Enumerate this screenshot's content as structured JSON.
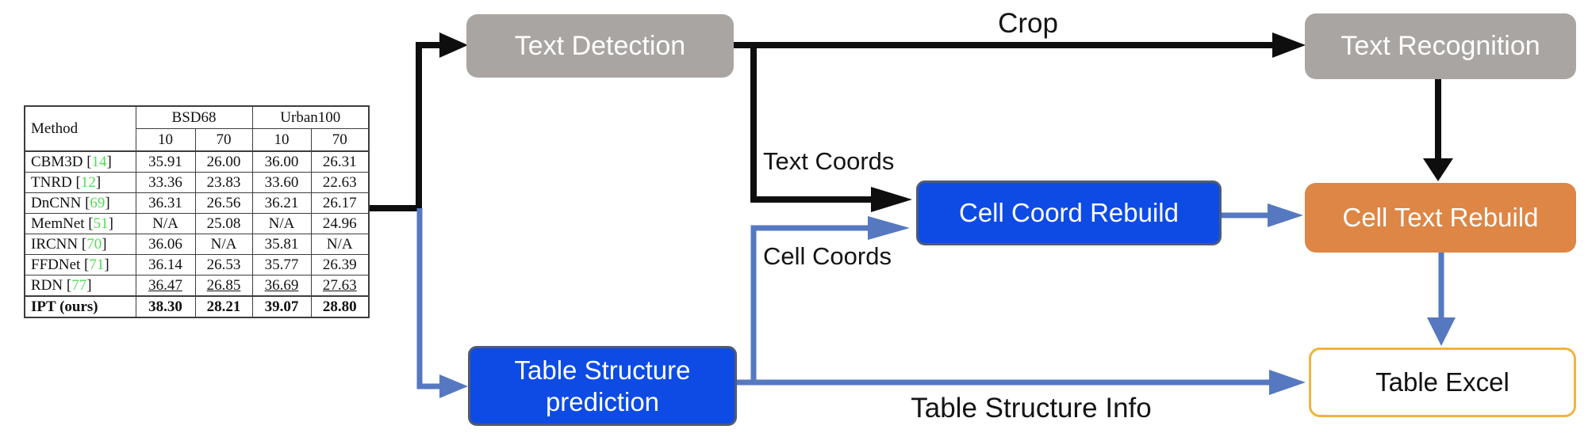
{
  "diagram": {
    "nodes": {
      "text_detection": {
        "label": "Text Detection"
      },
      "text_recognition": {
        "label": "Text Recognition"
      },
      "cell_coord_rebuild": {
        "label": "Cell Coord Rebuild"
      },
      "cell_text_rebuild": {
        "label": "Cell Text Rebuild"
      },
      "table_structure_prediction": {
        "label": "Table Structure prediction"
      },
      "table_excel": {
        "label": "Table Excel"
      }
    },
    "edge_labels": {
      "crop": "Crop",
      "text_coords": "Text Coords",
      "cell_coords": "Cell Coords",
      "table_structure_info": "Table Structure Info"
    },
    "colors": {
      "node_gray": "#a9a5a2",
      "node_blue": "#0d4be4",
      "node_blue_border": "#4e5b74",
      "node_orange": "#dd8645",
      "excel_border": "#f2b33d",
      "arrow_black": "#0e0e0e",
      "arrow_blue": "#5578c1",
      "citation_green": "#53db53"
    }
  },
  "paper_table": {
    "method_header": "Method",
    "col_groups": [
      "BSD68",
      "Urban100"
    ],
    "sub_headers": [
      "10",
      "70",
      "10",
      "70"
    ],
    "rows": [
      {
        "method": "CBM3D",
        "cite": "14",
        "values": [
          "35.91",
          "26.00",
          "36.00",
          "26.31"
        ],
        "emphasis": "none"
      },
      {
        "method": "TNRD",
        "cite": "12",
        "values": [
          "33.36",
          "23.83",
          "33.60",
          "22.63"
        ],
        "emphasis": "none"
      },
      {
        "method": "DnCNN",
        "cite": "69",
        "values": [
          "36.31",
          "26.56",
          "36.21",
          "26.17"
        ],
        "emphasis": "none"
      },
      {
        "method": "MemNet",
        "cite": "51",
        "values": [
          "N/A",
          "25.08",
          "N/A",
          "24.96"
        ],
        "emphasis": "none"
      },
      {
        "method": "IRCNN",
        "cite": "70",
        "values": [
          "36.06",
          "N/A",
          "35.81",
          "N/A"
        ],
        "emphasis": "none"
      },
      {
        "method": "FFDNet",
        "cite": "71",
        "values": [
          "36.14",
          "26.53",
          "35.77",
          "26.39"
        ],
        "emphasis": "none"
      },
      {
        "method": "RDN",
        "cite": "77",
        "values": [
          "36.47",
          "26.85",
          "36.69",
          "27.63"
        ],
        "emphasis": "underline"
      },
      {
        "method": "IPT (ours)",
        "cite": null,
        "values": [
          "38.30",
          "28.21",
          "39.07",
          "28.80"
        ],
        "emphasis": "bold"
      }
    ]
  }
}
